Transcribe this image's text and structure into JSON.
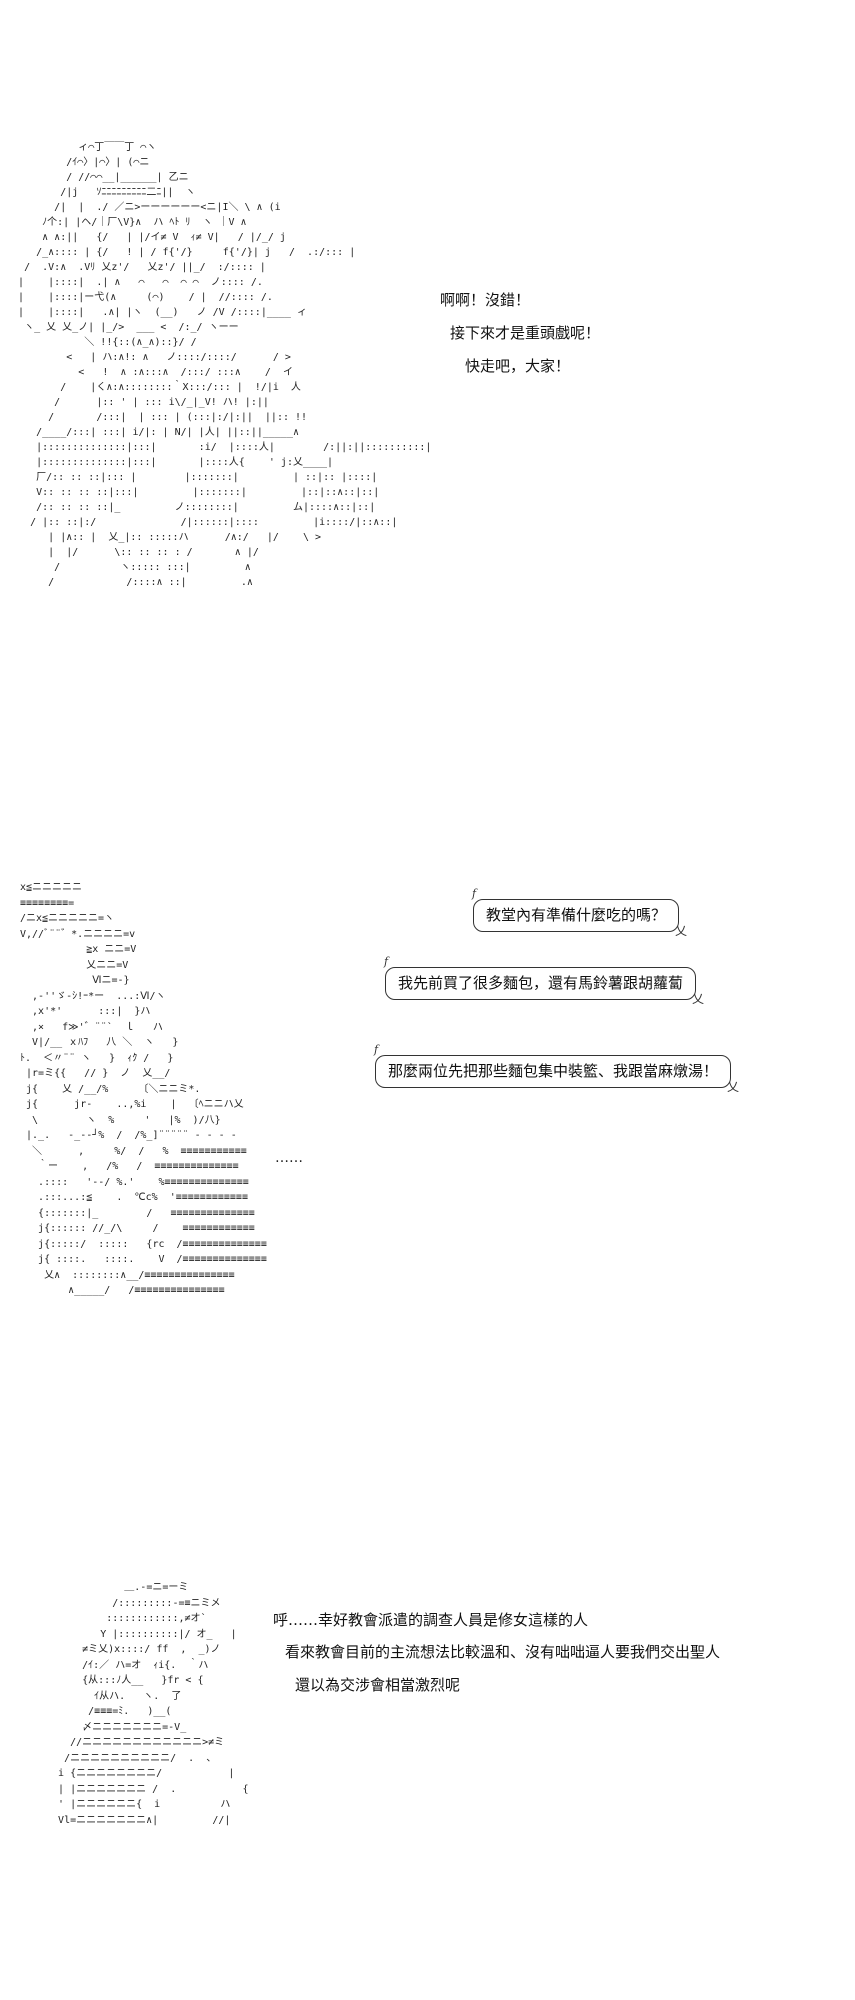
{
  "panels": [
    {
      "art": "             ィ⌒丁￣￣丁 ⌒ヽ\n           /ｲ⌒〉|⌒〉| (⌒ニ\n           / //⌒⌒__|______| 乙ニ\n          /|j   ｿﾆﾆﾆﾆﾆﾆﾆﾆﾆ二ﾆ||  ヽ\n         /|  |  ./ ／ニ>ーーーーーー<ニ|I＼ \\ ∧ (i\n       ﾉ个:| |ヘ/｜厂\\V}∧  ハ ﾍﾄ ﾘ  ヽ ｜V ∧\n       ∧ ∧:||   {/   | |/イ≠ V  ｨ≠ V|   / |/_/ j\n      /_∧:::: | {/   ! | / f{'/}     f{'/}| j   /  .:/::: |\n    /  .V:∧  .Vﾘ 乂z'/   乂z'/ ||_/  :/:::: |\n   |    |::::|  .| ∧   ⌒   ⌒  ⌒ ⌒  ノ:::: /.\n   |    |::::|ー弋(∧     (⌒)    / |  //:::: /.\n   |    |::::|   .∧| |ヽ  (__)   ノ /V /::::|____ ィ\n    ヽ_ 乂 乂_ノ| |_/>  ___ <  /:_/ ヽーー\n              ＼ !!{::(∧_∧)::}/ /\n           <   | ハ:∧!: ∧   ノ::::/::::/      / >\n             <   !  ∧ :∧:::∧  /:::/ :::∧    /  イ\n          /    |く∧:∧::::::::｀X:::/::: |  !/|i  人\n         /      |:: ' | ::: i\\/_|_V! ハ! |:||\n        /       /:::|  | ::: | (:::|:/|:||  ||:: !!\n      /____/:::| :::| i/|: | N/| |人| ||::||_____∧\n      |::::::::::::::|:::|       :i/  |::::人|        /:||:||::::::::::|\n      |::::::::::::::|:::|       |::::人{    ' j:乂____|\n      厂/:: :: ::|::: |        |:::::::|         | ::|:: |::::|\n      V:: :: :: ::|:::|         |:::::::|         |::|::∧::|::|\n      /:: :: :: ::|_         ノ::::::::|         ム|::::∧::|::|\n     / |:: ::|:/              /|::::::|::::         |i::::/|::∧::|\n        | |∧:: |  乂_|:: :::::ハ      /∧:/   |/    \\ >\n        |  |/      \\:: :: :: : /       ∧ |/\n         /          ヽ::::: :::|         ∧\n        /            /::::∧ ::|         .∧",
      "speech": [
        "啊啊！沒錯！",
        "接下來才是重頭戲呢！",
        "快走吧，大家！"
      ]
    },
    {
      "art": "x≦ニニニニニ\n≡≡≡≡≡≡≡≡=\n/ニx≦ニニニニニ=ヽ\nV,//ﾞ¨¨゛*.ニニニニ=v\n           ≧x ニニ=V\n           乂ニニ=V\n            Ⅵニ=-}\n  ,-''ゞ-ｼ!ｰ*ー  ...:Ⅵ/ヽ\n  ,x'*'      :::|  }ハ\n  ,×   f≫'゛¨¨`  ｌ   ハ\n  V|/__ ｘﾊﾌ   八 ＼  ヽ   }\nﾄ.  ＜〃¨¨ ヽ   }  ｨｸ /   }\n |r=ミ{{   // }  ノ  乂__/\n j{    乂 /__/%     〔＼ニニミ*.\n j{      jr-    ..,%i    |  〔ﾍニニハ乂\n  \\        ヽ  %     '   |%  )/八}\n |._.   -_--┘%  /  /%_]¨¨¨¨¨ - - - -\n  ＼      ,     %/  /   %  ≡≡≡≡≡≡≡≡≡≡≡\n   ｀ー    ,   /%   /  ≡≡≡≡≡≡≡≡≡≡≡≡≡≡\n   .::::   '--/ %.'    %≡≡≡≡≡≡≡≡≡≡≡≡≡≡\n   .:::...:≦    .  ℃c%  '≡≡≡≡≡≡≡≡≡≡≡≡\n   {:::::::|_        /   ≡≡≡≡≡≡≡≡≡≡≡≡≡≡\n   j{:::::: //_/\\     /    ≡≡≡≡≡≡≡≡≡≡≡≡\n   j{:::::/  :::::   {rc  /≡≡≡≡≡≡≡≡≡≡≡≡≡≡\n   j{ ::::.   ::::.    V  /≡≡≡≡≡≡≡≡≡≡≡≡≡≡\n    乂∧  ::::::::∧__/≡≡≡≡≡≡≡≡≡≡≡≡≡≡≡\n        ∧_____/   /≡≡≡≡≡≡≡≡≡≡≡≡≡≡≡",
      "dots": "……",
      "bubbles": [
        "教堂內有準備什麼吃的嗎？",
        "我先前買了很多麵包，還有馬鈴薯跟胡蘿蔔",
        "那麼兩位先把那些麵包集中裝籃、我跟當麻燉湯！"
      ]
    },
    {
      "art": "              ＿.-=ニ=ーミ\n            /:::::::::-=≡ニミメ\n           ::::::::::::,≠オ`\n          Y |::::::::::|/ オ_   |\n       ≠ミ乂)x::::/ ff  ,  _)ノ\n       /ｲ:／ ハ=オ  ｨi{.  ｀ハ\n       {从:::ﾉ人__   }fr < {\n         ｲ从ハ.   ヽ.  了\n        /≡≡≡=ﾐ.   )__(\n       〆ニニニニニニニ=-V_\n     //ニニニニニニニニニニニニ>≠ミ\n    /ニニニニニニニニニニ/  .  、\n   i {ニニニニニニニニ/           |\n   | |ニニニニニニニ /  .           {\n   ' |ニニニニニニ{  i          ハ\n   Vl=ニニニニニニニ∧|         //|",
      "narration": [
        "呼……幸好教會派遣的調查人員是修女這樣的人",
        "看來教會目前的主流想法比較溫和、沒有咄咄逼人要我們交出聖人",
        "還以為交涉會相當激烈呢"
      ]
    }
  ]
}
